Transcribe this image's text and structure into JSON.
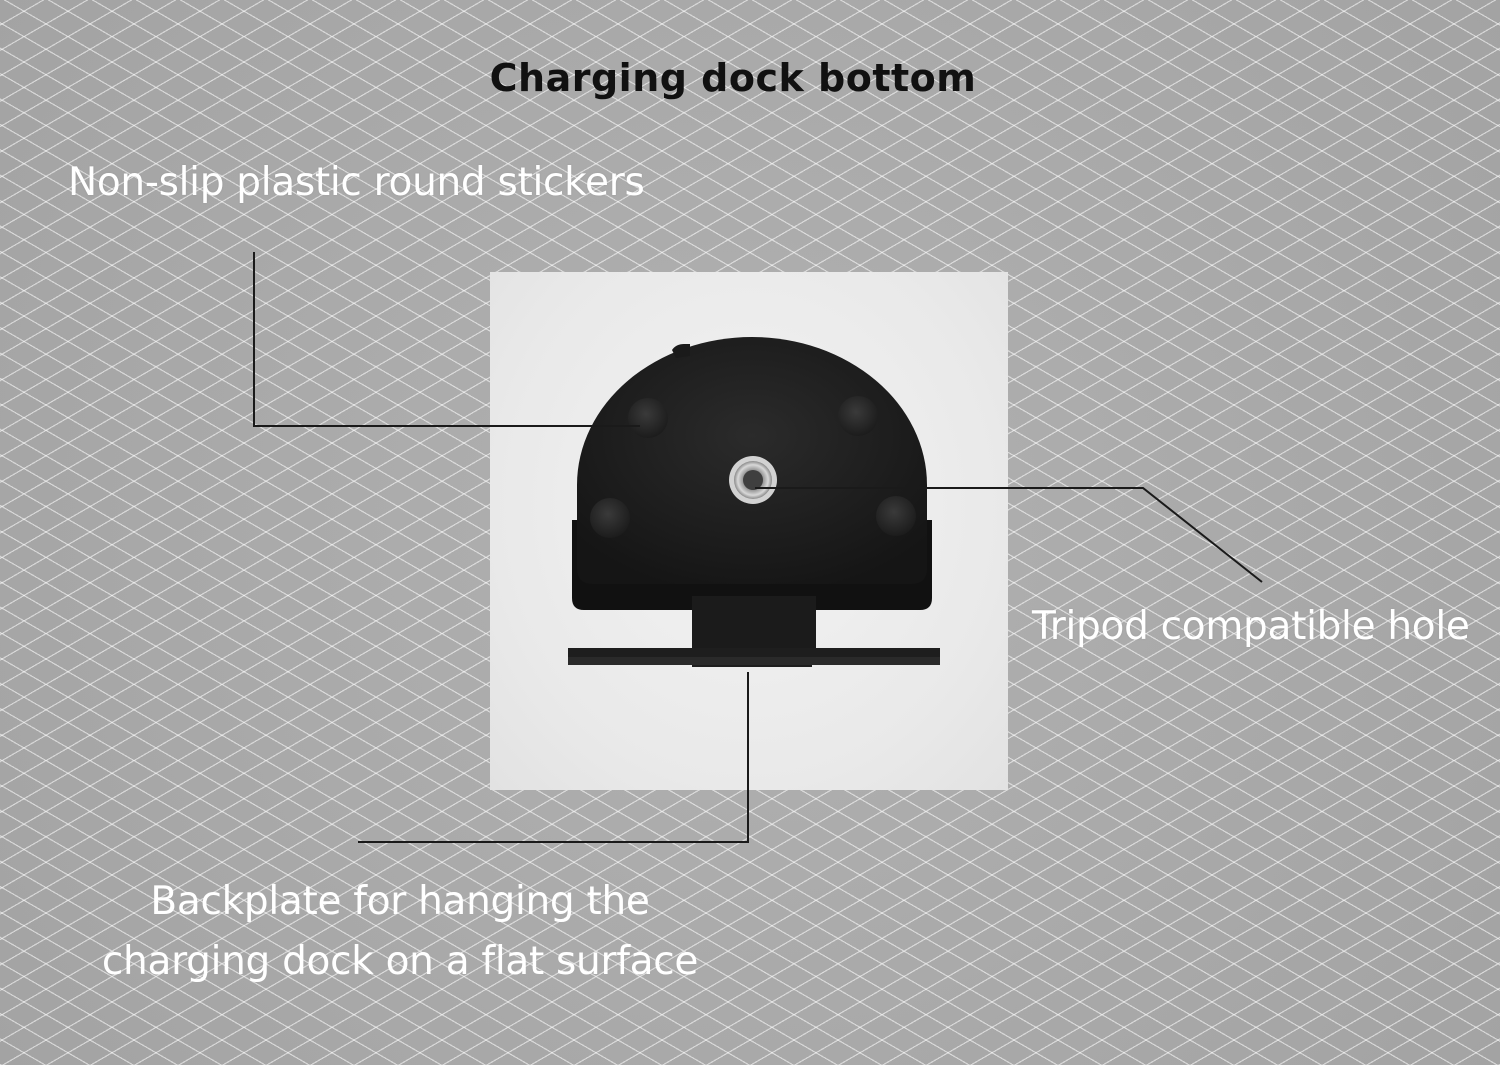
{
  "title": "Charging dock bottom",
  "callouts": {
    "stickers": "Non-slip plastic round stickers",
    "tripod": "Tripod compatible hole",
    "backplate_line1": "Backplate for hanging the",
    "backplate_line2": "charging dock on a flat surface"
  },
  "colors": {
    "background": "#a8a8a8",
    "title_text": "#111111",
    "label_text": "#ffffff",
    "leader_line": "#1a1a1a",
    "dock_body": "#222222"
  }
}
